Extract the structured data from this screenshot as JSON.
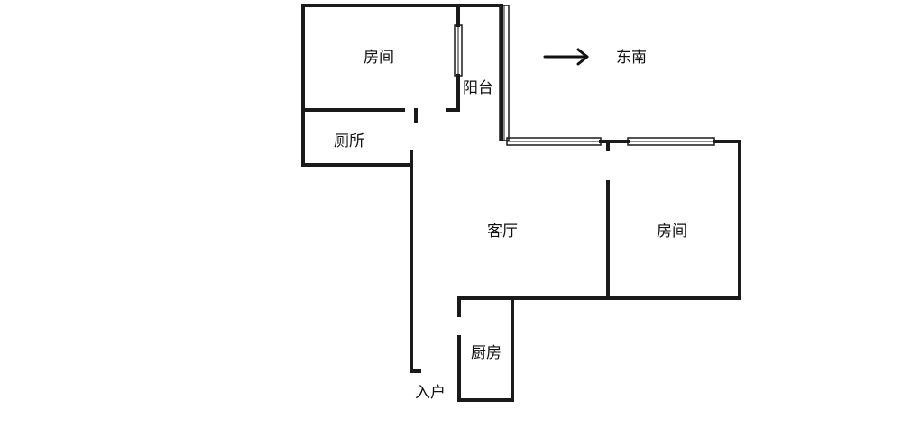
{
  "rooms": {
    "bedroom_north": "房间",
    "balcony": "阳台",
    "toilet": "厕所",
    "living_room": "客厅",
    "bedroom_east": "房间",
    "kitchen": "厨房"
  },
  "entrance": "入户",
  "orientation": {
    "label": "东南",
    "icon": "arrow-right-icon"
  },
  "colors": {
    "wall": "#1a1a1a",
    "background": "#ffffff"
  }
}
